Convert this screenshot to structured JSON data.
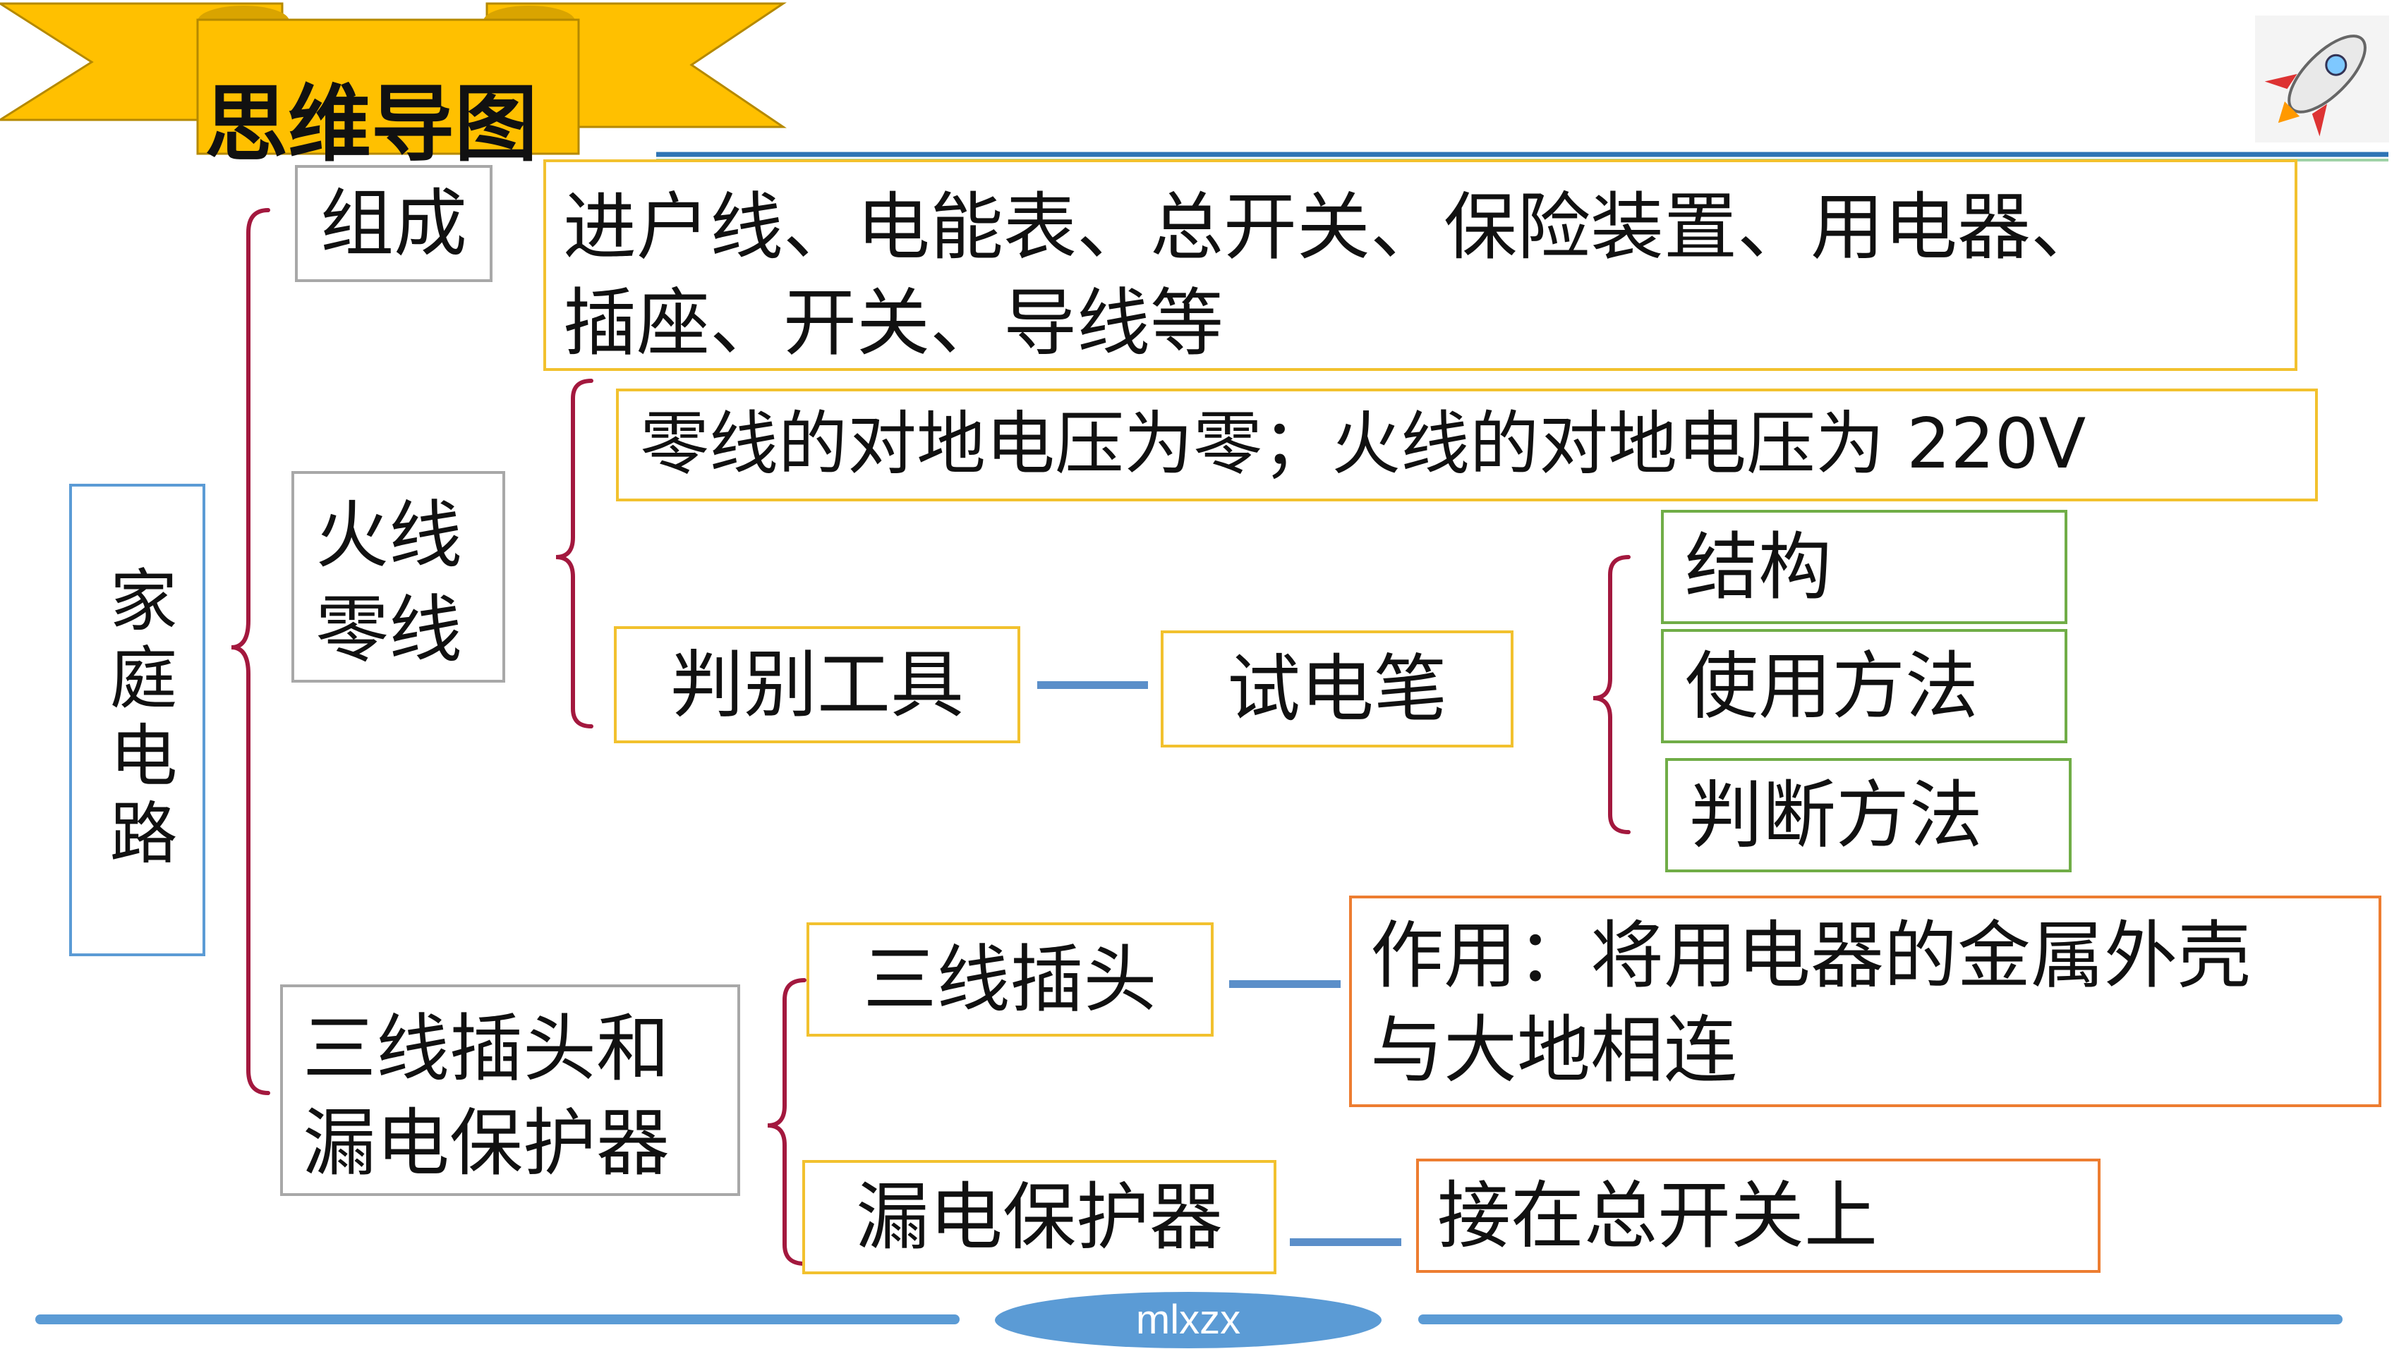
{
  "header": {
    "title": "思维导图",
    "rocket_icon": "rocket-icon"
  },
  "diagram": {
    "root": "家庭电路",
    "composition": {
      "label": "组成",
      "detail_line1": "进户线、电能表、总开关、保险装置、用电器、",
      "detail_line2": "插座、开关、导线等"
    },
    "live_neutral": {
      "label_line1": "火线",
      "label_line2": "零线",
      "voltage": "零线的对地电压为零；火线的对地电压为 220V",
      "tool_label": "判别工具",
      "tester": "试电笔",
      "tester_items": [
        "结构",
        "使用方法",
        "判断方法"
      ]
    },
    "plug_protector": {
      "label_line1": "三线插头和",
      "label_line2": "漏电保护器",
      "plug": "三线插头",
      "plug_detail_line1": "作用：将用电器的金属外壳",
      "plug_detail_line2": "与大地相连",
      "protector": "漏电保护器",
      "protector_detail": "接在总开关上"
    }
  },
  "footer": {
    "label": "mlxzx"
  },
  "colors": {
    "banner": "#ffc000",
    "bracket": "#a3183e",
    "connector": "#5b8fc9",
    "box_gray": "#a8a8a8",
    "box_yellow": "#f2c12e",
    "box_green": "#70ad47",
    "box_orange": "#ed7d31",
    "root_box": "#5b9bd5"
  }
}
